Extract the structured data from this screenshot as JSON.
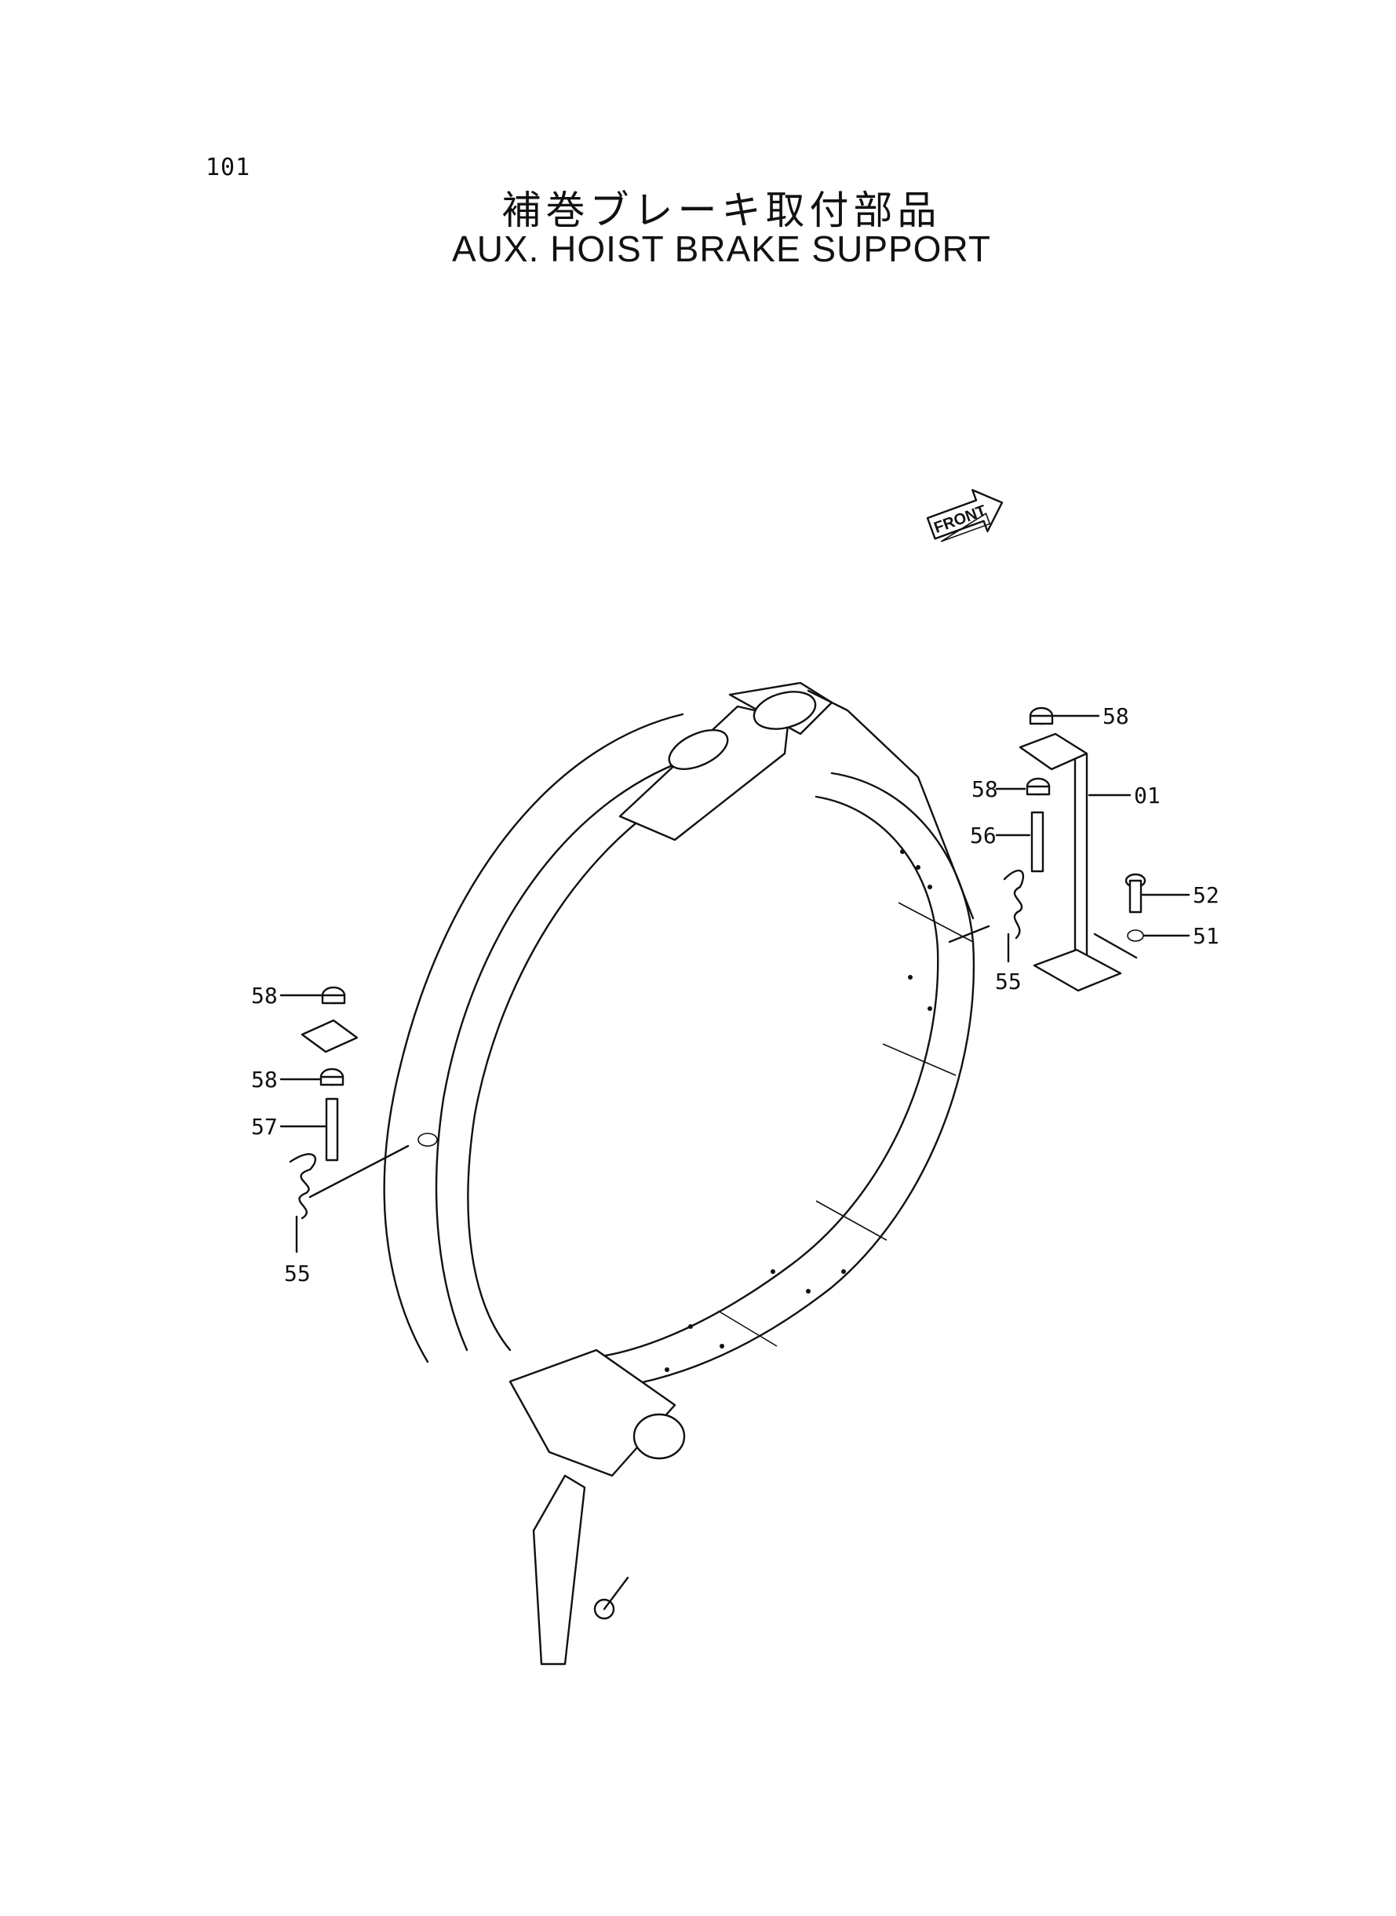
{
  "page": {
    "number": "101"
  },
  "title": {
    "japanese": "補巻ブレーキ取付部品",
    "english": "AUX. HOIST  BRAKE  SUPPORT"
  },
  "front_marker": {
    "label": "FRONT"
  },
  "callouts": [
    {
      "id": "58-top-right",
      "label": "58"
    },
    {
      "id": "58-mid-right",
      "label": "58"
    },
    {
      "id": "01",
      "label": "01"
    },
    {
      "id": "56",
      "label": "56"
    },
    {
      "id": "52",
      "label": "52"
    },
    {
      "id": "51",
      "label": "51"
    },
    {
      "id": "55-right",
      "label": "55"
    },
    {
      "id": "58-top-left",
      "label": "58"
    },
    {
      "id": "58-mid-left",
      "label": "58"
    },
    {
      "id": "57",
      "label": "57"
    },
    {
      "id": "55-left",
      "label": "55"
    }
  ]
}
